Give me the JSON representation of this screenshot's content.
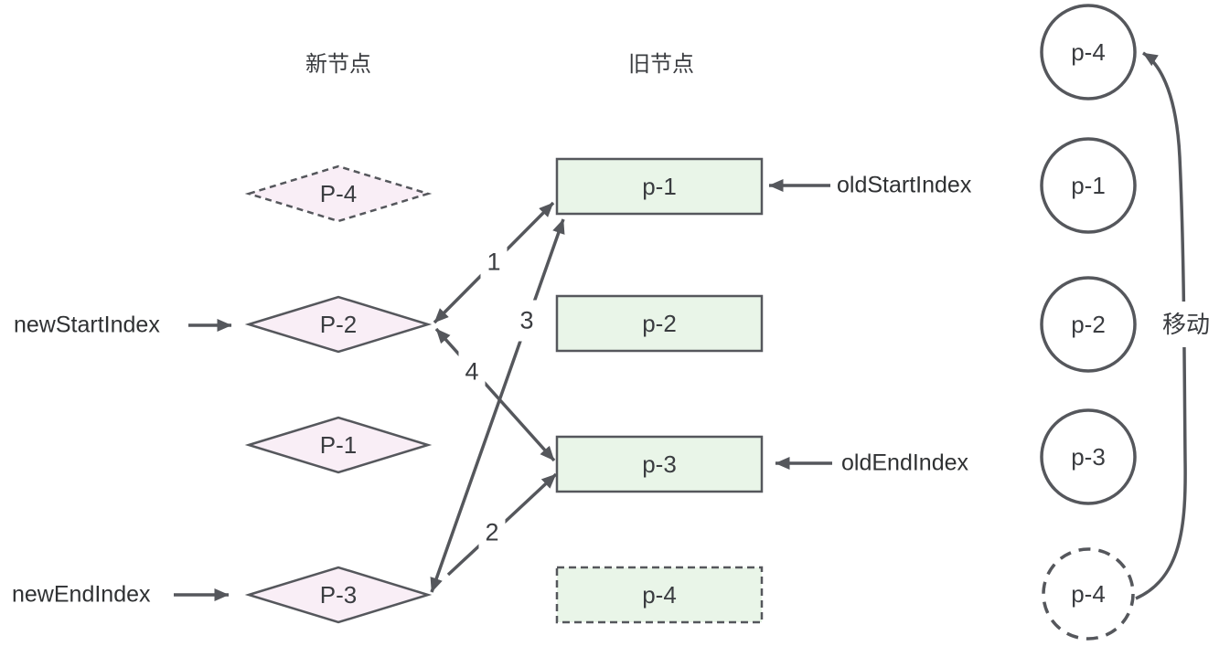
{
  "diagram": {
    "new_column_title": "新节点",
    "old_column_title": "旧节点",
    "move_label": "移动"
  },
  "new_nodes": [
    {
      "label": "P-4",
      "dashed": true
    },
    {
      "label": "P-2",
      "dashed": false
    },
    {
      "label": "P-1",
      "dashed": false
    },
    {
      "label": "P-3",
      "dashed": false
    }
  ],
  "old_nodes": [
    {
      "label": "p-1",
      "dashed": false
    },
    {
      "label": "p-2",
      "dashed": false
    },
    {
      "label": "p-3",
      "dashed": false
    },
    {
      "label": "p-4",
      "dashed": true
    }
  ],
  "result_nodes": [
    {
      "label": "p-4",
      "dashed": false
    },
    {
      "label": "p-1",
      "dashed": false
    },
    {
      "label": "p-2",
      "dashed": false
    },
    {
      "label": "p-3",
      "dashed": false
    },
    {
      "label": "p-4",
      "dashed": true
    }
  ],
  "pointers": {
    "new_start": "newStartIndex",
    "new_end": "newEndIndex",
    "old_start": "oldStartIndex",
    "old_end": "oldEndIndex"
  },
  "steps": [
    "1",
    "2",
    "3",
    "4"
  ],
  "colors": {
    "new_node_fill": "#f9eef6",
    "old_node_fill": "#e9f5e8",
    "stroke": "#55575c",
    "text": "#3a3c40"
  }
}
